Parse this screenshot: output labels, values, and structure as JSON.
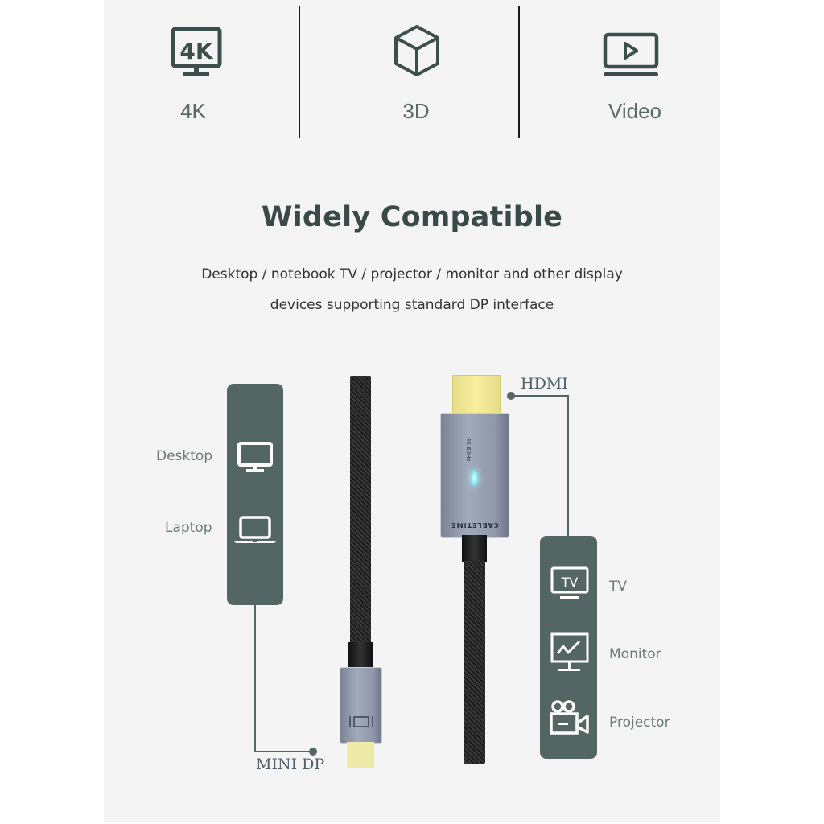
{
  "features": [
    {
      "icon": "4k-monitor-icon",
      "label": "4K"
    },
    {
      "icon": "cube-3d-icon",
      "label": "3D"
    },
    {
      "icon": "video-play-icon",
      "label": "Video"
    }
  ],
  "heading": "Widely Compatible",
  "description": {
    "line1": "Desktop / notebook TV / projector / monitor and other display",
    "line2": "devices supporting standard DP interface"
  },
  "source_devices": [
    {
      "icon": "desktop-icon",
      "label": "Desktop"
    },
    {
      "icon": "laptop-icon",
      "label": "Laptop"
    }
  ],
  "display_devices": [
    {
      "icon": "tv-icon",
      "label": "TV",
      "icon_text": "TV"
    },
    {
      "icon": "monitor-icon",
      "label": "Monitor"
    },
    {
      "icon": "projector-icon",
      "label": "Projector"
    }
  ],
  "connectors": {
    "hdmi": "HDMI",
    "mini_dp": "MINI DP"
  },
  "product": {
    "brand": "CABLETIME",
    "badge": "4K 60Hz"
  },
  "colors": {
    "panel_bg": "#f4f4f4",
    "accent": "#536663",
    "icon_dark": "#3d4f4b",
    "heading": "#3a4a46"
  }
}
